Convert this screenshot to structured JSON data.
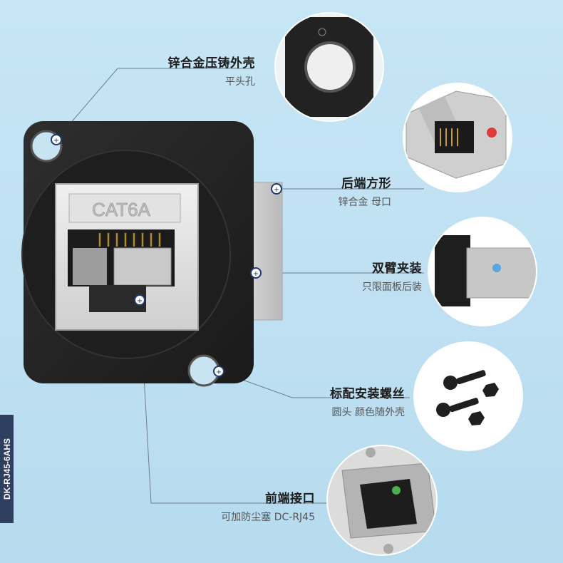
{
  "product_code": "DK-RJ45-6AHS",
  "jack_marking": "CAT6A",
  "callouts": [
    {
      "title": "锌合金压铸外壳",
      "subtitle": "平头孔"
    },
    {
      "title": "后端方形",
      "subtitle": "锌合金 母口"
    },
    {
      "title": "双臂夹装",
      "subtitle": "只限面板后装"
    },
    {
      "title": "标配安装螺丝",
      "subtitle": "圆头 颜色随外壳"
    },
    {
      "title": "前端接口",
      "subtitle": "可加防尘塞 DC-RJ45"
    }
  ],
  "colors": {
    "background": "#c4e4f4",
    "housing": "#232323",
    "marker": "#1f3a70",
    "label_bg": "#2e3f5f"
  }
}
